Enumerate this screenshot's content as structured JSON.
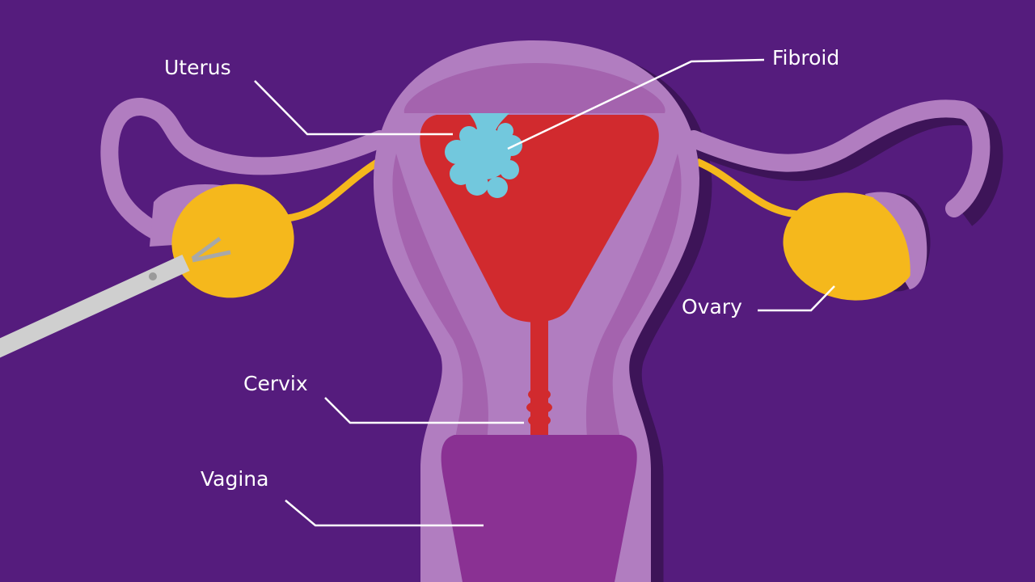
{
  "labels": {
    "uterus": "Uterus",
    "fibroid": "Fibroid",
    "ovary": "Ovary",
    "cervix": "Cervix",
    "vagina": "Vagina"
  },
  "colors": {
    "background": "#551c7d",
    "shadow": "#3d1458",
    "uterus_outer": "#b17dc0",
    "uterus_inner": "#a463ae",
    "cavity": "#d12a2e",
    "fibroid": "#72c8dd",
    "ovary": "#f5b81c",
    "vagina": "#8a3193",
    "instrument": "#cfcfcf"
  }
}
